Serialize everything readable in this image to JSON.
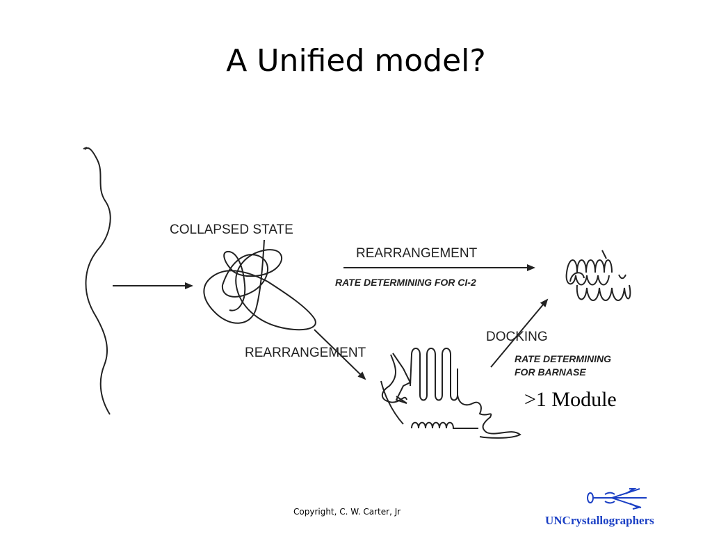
{
  "slide": {
    "title": "A Unified model?",
    "copyright": "Copyright, C. W. Carter, Jr",
    "brand": "UNCrystallographers"
  },
  "diagram": {
    "labels": {
      "collapsed_state": "COLLAPSED STATE",
      "rearrangement_top": "REARRANGEMENT",
      "rate_ci2": "RATE DETERMINING FOR CI-2",
      "rearrangement_bottom": "REARRANGEMENT",
      "docking": "DOCKING",
      "rate_barnase_1": "RATE DETERMINING",
      "rate_barnase_2": "FOR BARNASE",
      "module": ">1 Module"
    }
  },
  "colors": {
    "brand_blue": "#1a3fc4",
    "ink": "#222222"
  }
}
